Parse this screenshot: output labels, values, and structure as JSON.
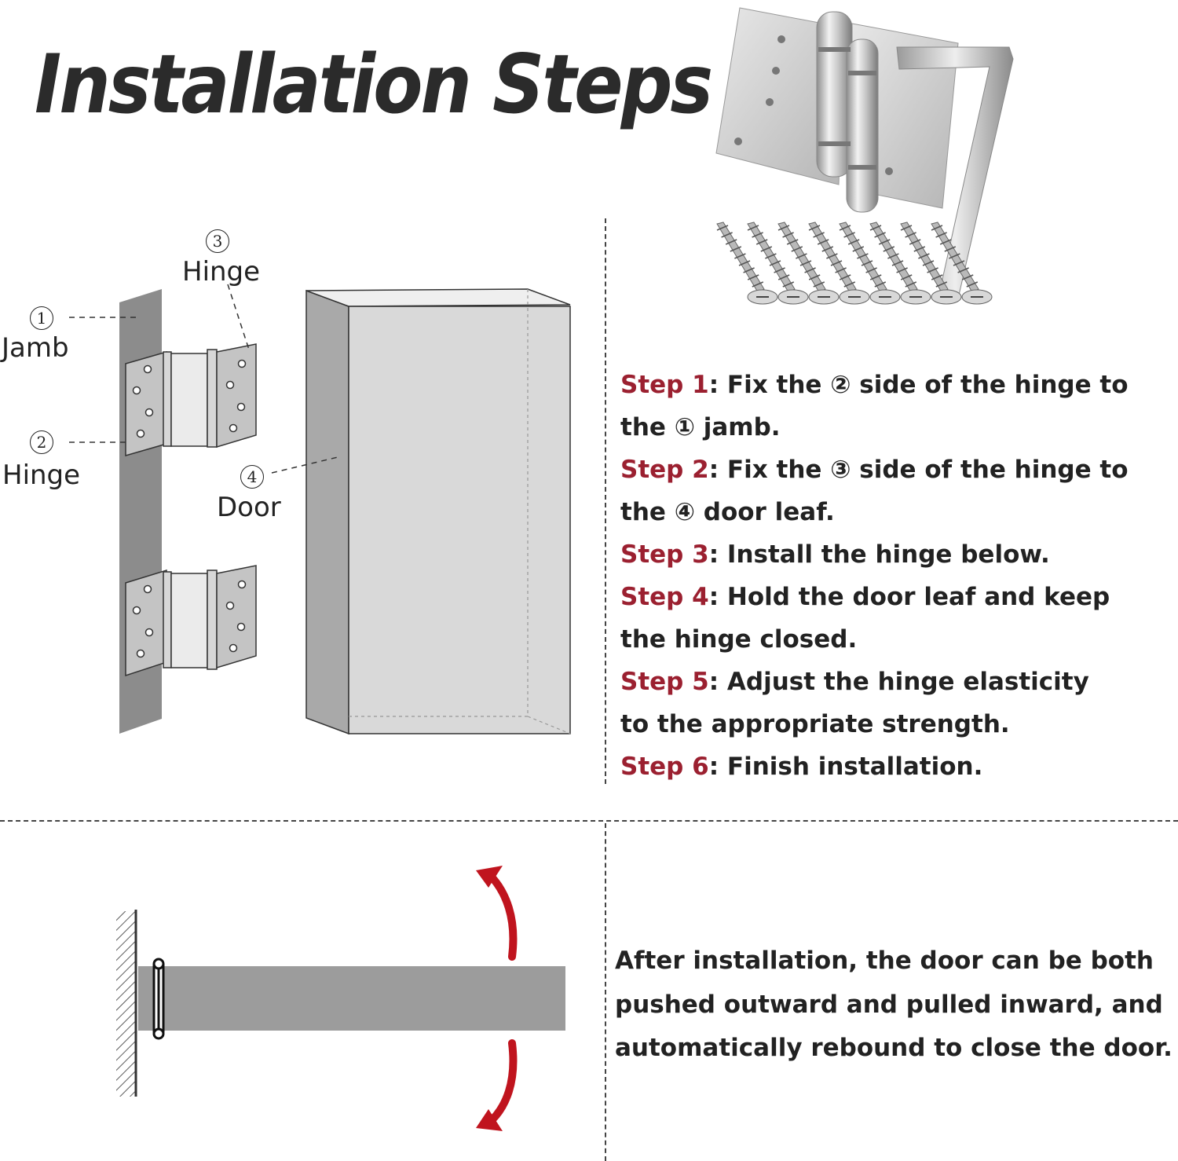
{
  "title": "Installation Steps",
  "diagram": {
    "labels": {
      "jamb_num": "1",
      "jamb": "Jamb",
      "hinge_jamb_num": "2",
      "hinge_jamb": "Hinge",
      "hinge_door_num": "3",
      "hinge_door": "Hinge",
      "door_num": "4",
      "door": "Door"
    },
    "colors": {
      "jamb": "#8c8c8c",
      "door_side": "#a9a9a9",
      "door_face": "#d9d9d9",
      "hinge_leaf": "#c4c4c4",
      "arrow": "#c0141e"
    }
  },
  "steps": [
    {
      "label": "Step 1",
      "pre": ": Fix the ",
      "num": "②",
      "post": " side of the hinge to",
      "cont_pre": "the ",
      "cont_num": "①",
      "cont_post": " jamb."
    },
    {
      "label": "Step 2",
      "pre": ": Fix the ",
      "num": "③",
      "post": " side of the hinge to",
      "cont_pre": "the ",
      "cont_num": "④",
      "cont_post": " door leaf."
    },
    {
      "label": "Step 3",
      "text": ": Install the hinge below."
    },
    {
      "label": "Step 4",
      "text": ": Hold the door leaf and keep",
      "cont": "the hinge closed."
    },
    {
      "label": "Step 5",
      "text": ": Adjust the hinge elasticity",
      "cont": "to the appropriate strength."
    },
    {
      "label": "Step 6",
      "text": ": Finish installation."
    }
  ],
  "after_text": [
    "After installation, the door can be both",
    "pushed outward and pulled inward, and",
    "automatically rebound to close the door."
  ],
  "product": {
    "screws_count": 8,
    "icons": [
      "spring-hinge-icon",
      "allen-key-icon",
      "screw-icon"
    ]
  },
  "colors": {
    "step_label": "#9b2030",
    "text": "#222222",
    "title": "#2b2b2b"
  }
}
